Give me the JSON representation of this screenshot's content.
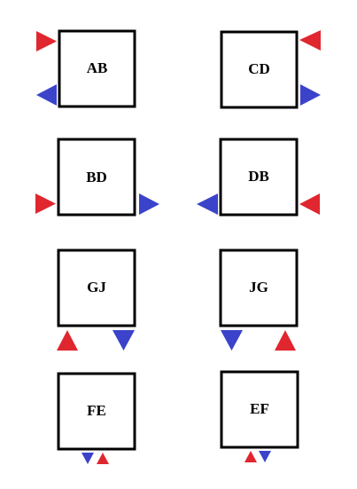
{
  "colors": {
    "red": "#e0262e",
    "blue": "#3a43c9",
    "box": "#000000"
  },
  "boxes": [
    {
      "label": "AB"
    },
    {
      "label": "CD"
    },
    {
      "label": "BD"
    },
    {
      "label": "DB"
    },
    {
      "label": "GJ"
    },
    {
      "label": "JG"
    },
    {
      "label": "FE"
    },
    {
      "label": "EF"
    }
  ]
}
